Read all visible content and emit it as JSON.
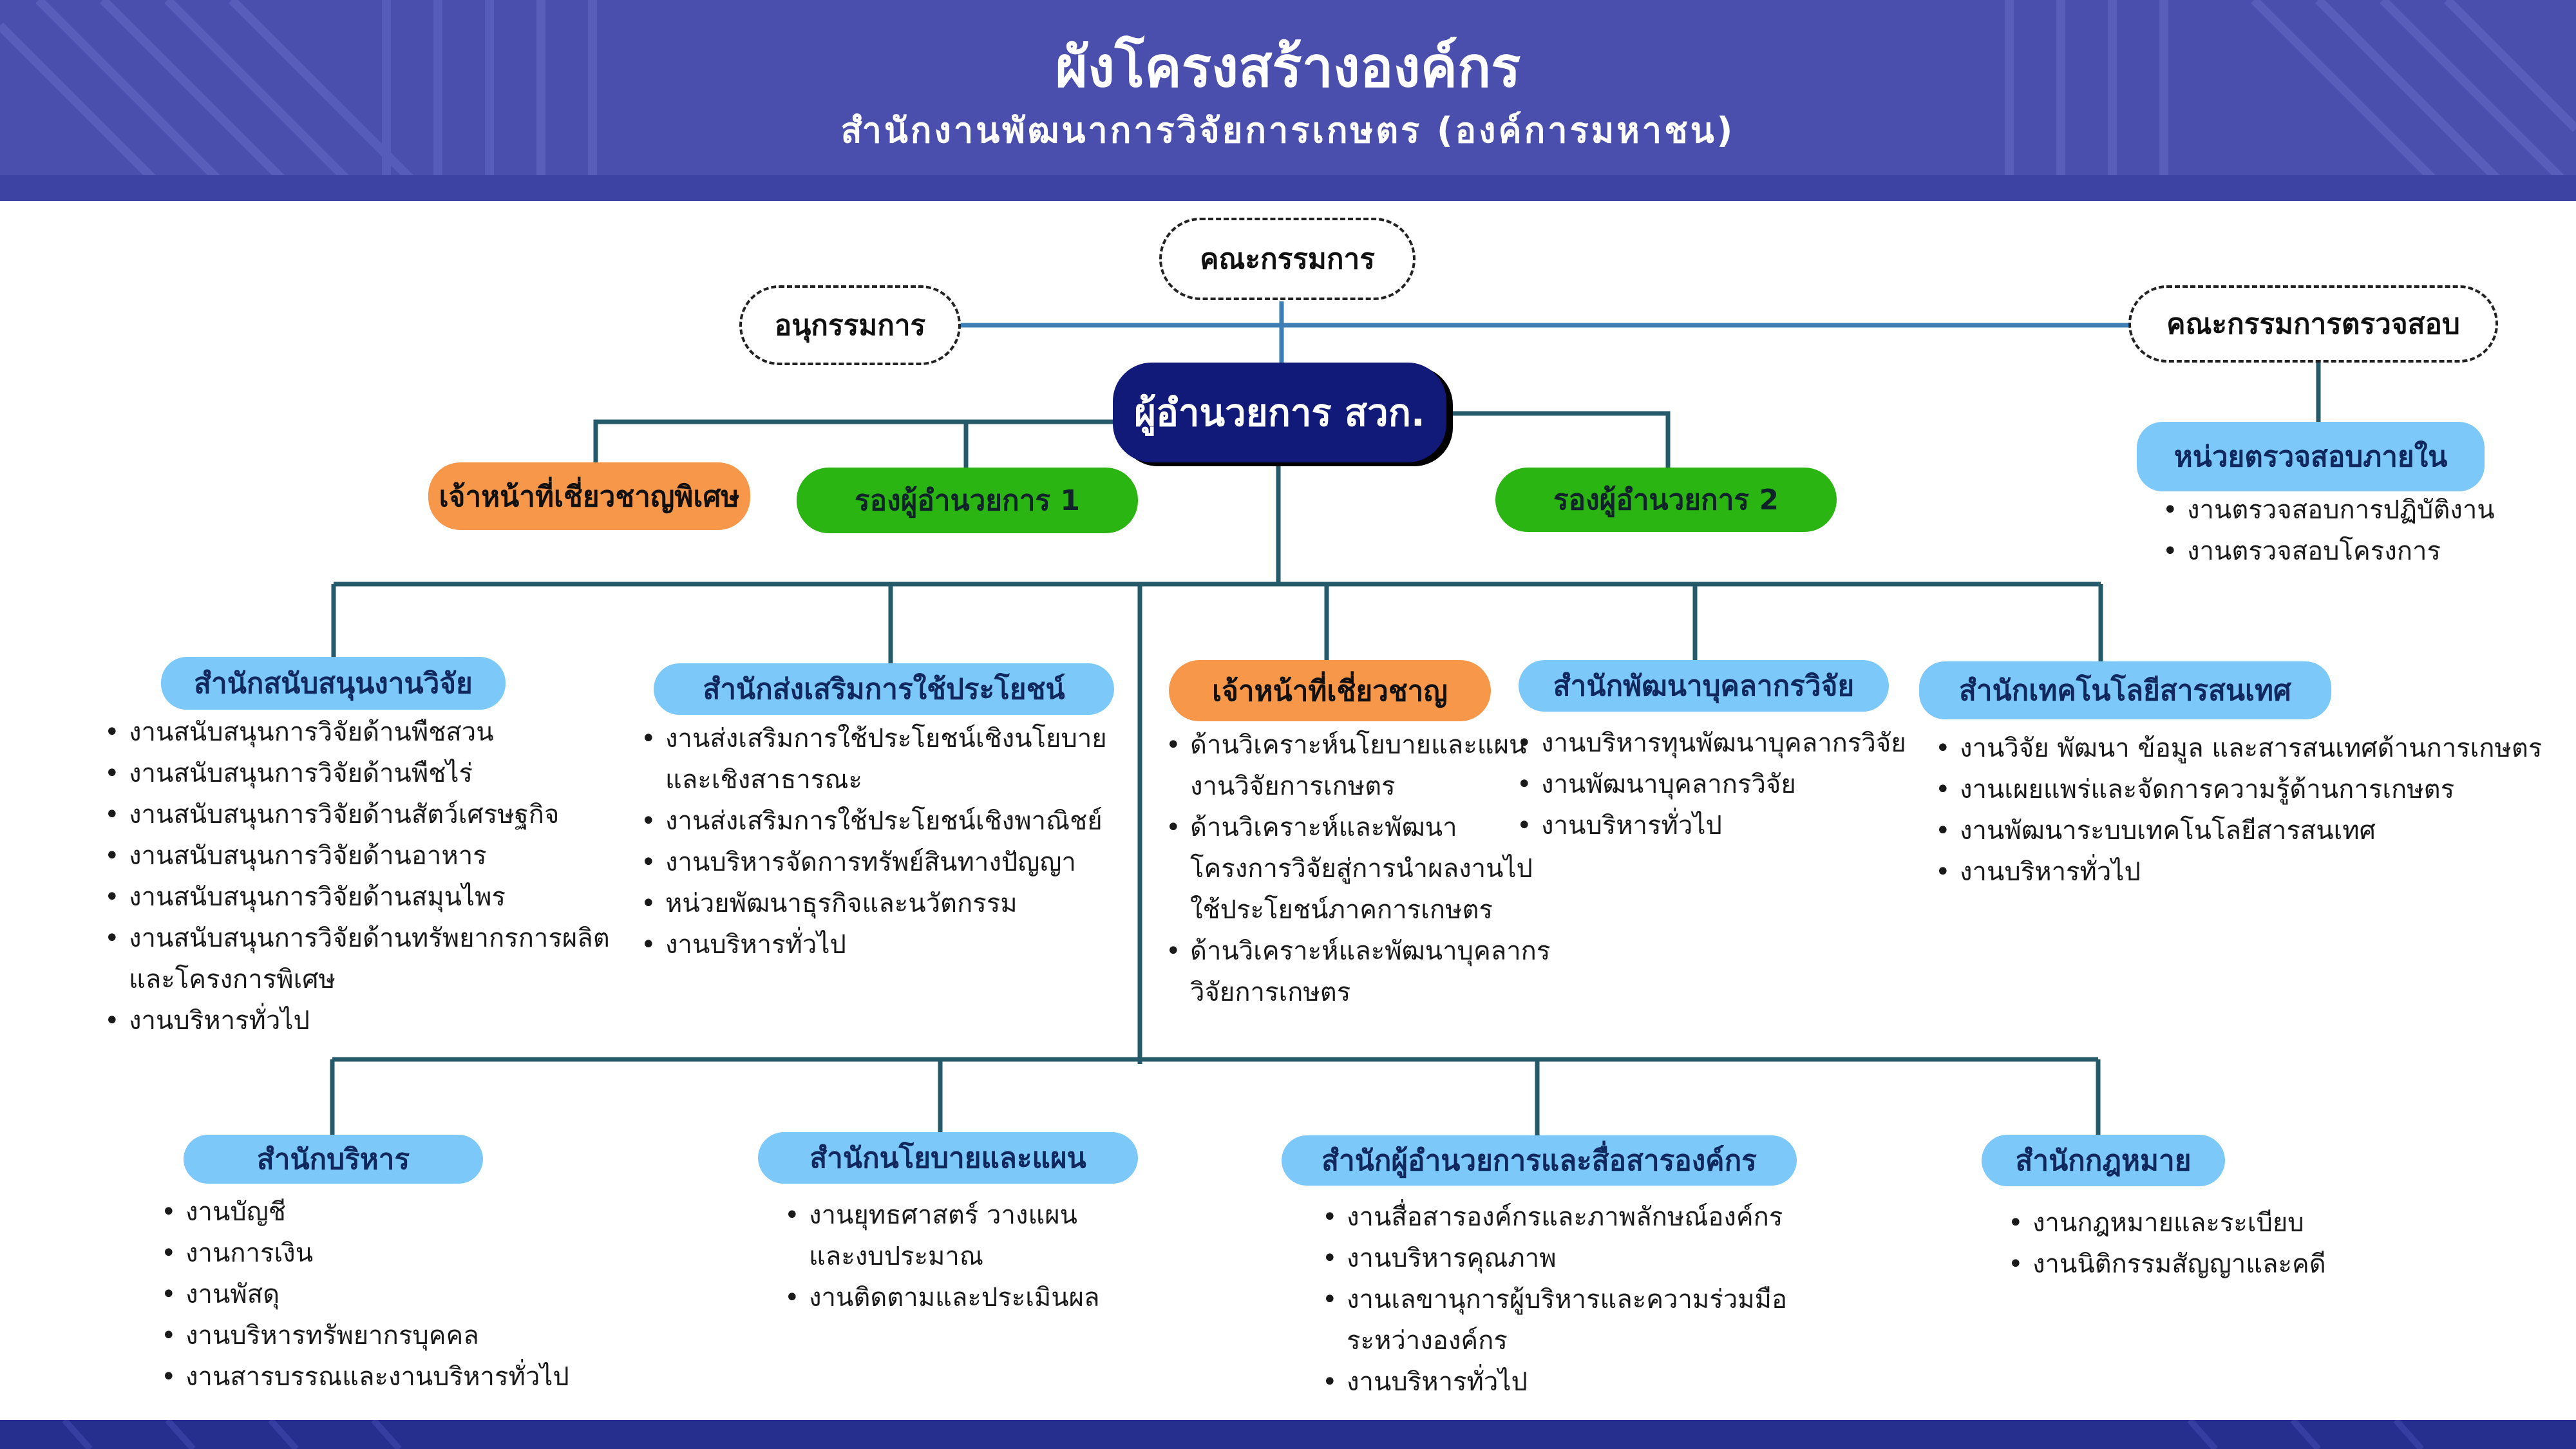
{
  "header": {
    "title": "ผังโครงสร้างองค์กร",
    "subtitle": "สำนักงานพัฒนาการวิจัยการเกษตร (องค์การมหาชน)"
  },
  "colors": {
    "header": "#4a4fae",
    "director": "#111a78",
    "deputy": "#2bb512",
    "expert": "#f7974a",
    "office": "#7cc8f8",
    "connector": "#255a6b"
  },
  "boards": {
    "committee": "คณะกรรมการ",
    "subcommittee": "อนุกรรมการ",
    "audit_committee": "คณะกรรมการตรวจสอบ"
  },
  "director": "ผู้อำนวยการ สวก.",
  "special_expert": "เจ้าหน้าที่เชี่ยวชาญพิเศษ",
  "deputy_1": "รองผู้อำนวยการ 1",
  "deputy_2": "รองผู้อำนวยการ 2",
  "internal_audit": {
    "label": "หน่วยตรวจสอบภายใน",
    "items": [
      "งานตรวจสอบการปฏิบัติงาน",
      "งานตรวจสอบโครงการ"
    ]
  },
  "row1": [
    {
      "label": "สำนักสนับสนุนงานวิจัย",
      "items": [
        "งานสนับสนุนการวิจัยด้านพืชสวน",
        "งานสนับสนุนการวิจัยด้านพืชไร่",
        "งานสนับสนุนการวิจัยด้านสัตว์เศรษฐกิจ",
        "งานสนับสนุนการวิจัยด้านอาหาร",
        "งานสนับสนุนการวิจัยด้านสมุนไพร",
        "งานสนับสนุนการวิจัยด้านทรัพยากรการผลิต",
        "และโครงการพิเศษ",
        "งานบริหารทั่วไป"
      ]
    },
    {
      "label": "สำนักส่งเสริมการใช้ประโยชน์",
      "items": [
        "งานส่งเสริมการใช้ประโยชน์เชิงนโยบาย",
        "และเชิงสาธารณะ",
        "งานส่งเสริมการใช้ประโยชน์เชิงพาณิชย์",
        "งานบริหารจัดการทรัพย์สินทางปัญญา",
        "หน่วยพัฒนาธุรกิจและนวัตกรรม",
        "งานบริหารทั่วไป"
      ]
    },
    {
      "label": "เจ้าหน้าที่เชี่ยวชาญ",
      "items": [
        "ด้านวิเคราะห์นโยบายและแผน",
        "งานวิจัยการเกษตร",
        "ด้านวิเคราะห์และพัฒนา",
        "โครงการวิจัยสู่การนำผลงานไป",
        "ใช้ประโยชน์ภาคการเกษตร",
        "ด้านวิเคราะห์และพัฒนาบุคลากร",
        "วิจัยการเกษตร"
      ]
    },
    {
      "label": "สำนักพัฒนาบุคลากรวิจัย",
      "items": [
        "งานบริหารทุนพัฒนาบุคลากรวิจัย",
        "งานพัฒนาบุคลากรวิจัย",
        "งานบริหารทั่วไป"
      ]
    },
    {
      "label": "สำนักเทคโนโลยีสารสนเทศ",
      "items": [
        "งานวิจัย พัฒนา ข้อมูล และสารสนเทศด้านการเกษตร",
        "งานเผยแพร่และจัดการความรู้ด้านการเกษตร",
        "งานพัฒนาระบบเทคโนโลยีสารสนเทศ",
        "งานบริหารทั่วไป"
      ]
    }
  ],
  "row2": [
    {
      "label": "สำนักบริหาร",
      "items": [
        "งานบัญชี",
        "งานการเงิน",
        "งานพัสดุ",
        "งานบริหารทรัพยากรบุคคล",
        "งานสารบรรณและงานบริหารทั่วไป"
      ]
    },
    {
      "label": "สำนักนโยบายและแผน",
      "items": [
        "งานยุทธศาสตร์ วางแผน",
        "และงบประมาณ",
        "งานติดตามและประเมินผล"
      ]
    },
    {
      "label": "สำนักผู้อำนวยการและสื่อสารองค์กร",
      "items": [
        "งานสื่อสารองค์กรและภาพลักษณ์องค์กร",
        "งานบริหารคุณภาพ",
        "งานเลขานุการผู้บริหารและความร่วมมือ",
        "ระหว่างองค์กร",
        "งานบริหารทั่วไป"
      ]
    },
    {
      "label": "สำนักกฎหมาย",
      "items": [
        "งานกฎหมายและระเบียบ",
        "งานนิติกรรมสัญญาและคดี"
      ]
    }
  ]
}
